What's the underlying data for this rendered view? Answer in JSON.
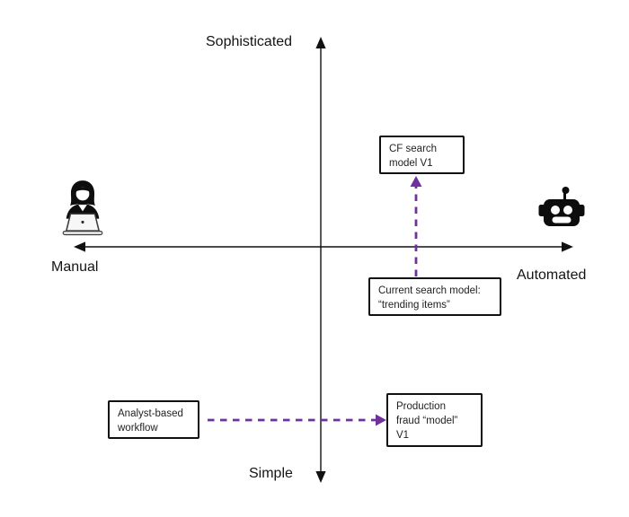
{
  "diagram": {
    "axis_labels": {
      "top": "Sophisticated",
      "bottom": "Simple",
      "left": "Manual",
      "right": "Automated"
    },
    "boxes": {
      "cf_search": {
        "line1": "CF search",
        "line2": "model V1"
      },
      "current_search": {
        "line1": "Current search model:",
        "line2": "“trending items”"
      },
      "analyst_workflow": {
        "line1": "Analyst-based",
        "line2": "workflow"
      },
      "production_fraud": {
        "line1": "Production",
        "line2": "fraud “model”",
        "line3": "V1"
      }
    },
    "icons": {
      "left": "analyst-at-laptop-icon",
      "right": "robot-icon"
    },
    "arrows": [
      {
        "from": "current_search",
        "to": "cf_search",
        "style": "dashed",
        "direction": "up"
      },
      {
        "from": "analyst_workflow",
        "to": "production_fraud",
        "style": "dashed",
        "direction": "right"
      }
    ],
    "colors": {
      "arrow_purple": "#7030A0",
      "axis_black": "#111111"
    }
  }
}
